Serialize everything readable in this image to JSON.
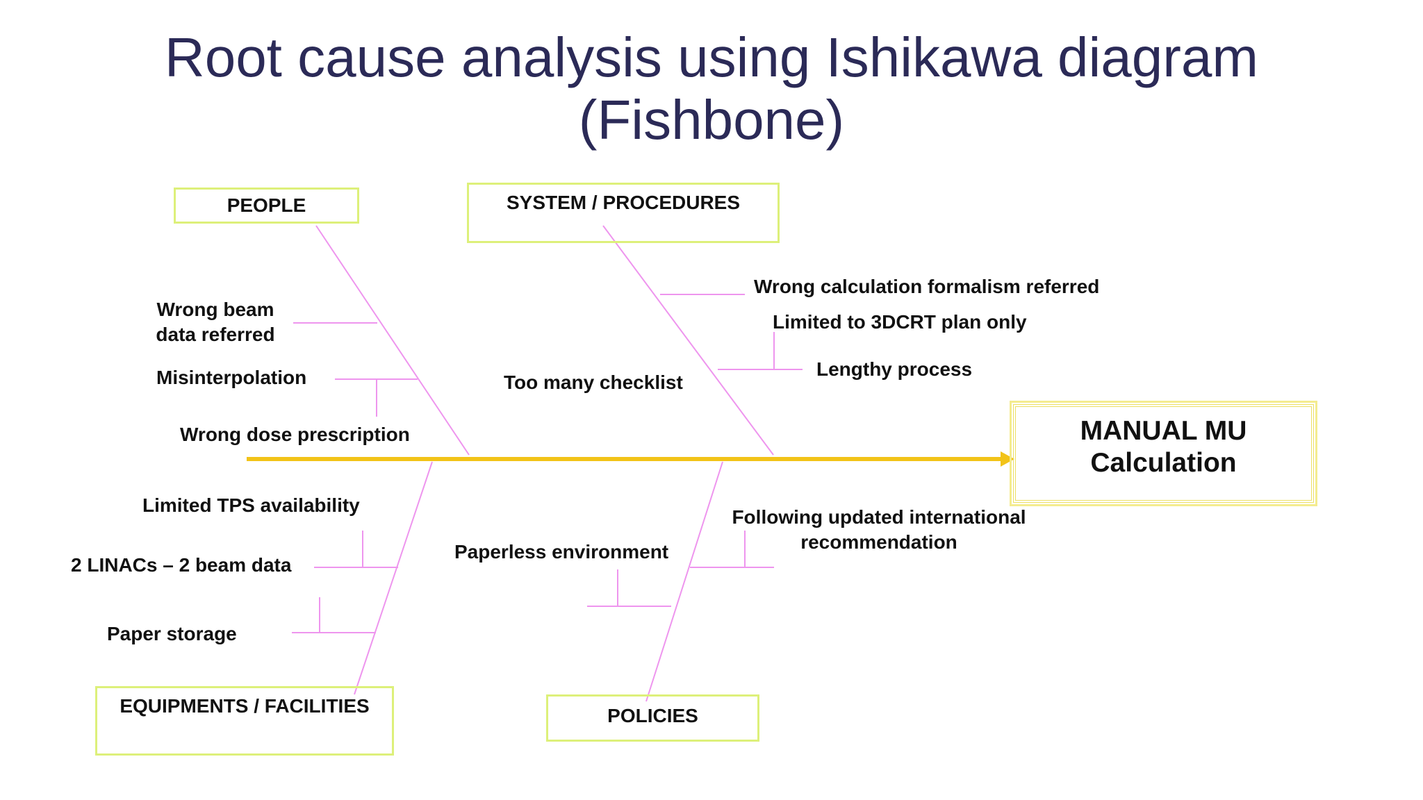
{
  "title": {
    "line1": "Root cause analysis using Ishikawa diagram",
    "line2": "(Fishbone)"
  },
  "categories": {
    "people": "PEOPLE",
    "system": "SYSTEM / PROCEDURES",
    "equipment": "EQUIPMENTS / FACILITIES",
    "policies": "POLICIES"
  },
  "effect": {
    "line1": "MANUAL MU",
    "line2": "Calculation"
  },
  "causes": {
    "people": {
      "wrong_beam_data_line1": "Wrong beam",
      "wrong_beam_data_line2": "data referred",
      "misinterpolation": "Misinterpolation",
      "wrong_dose": "Wrong dose prescription"
    },
    "system": {
      "wrong_formalism": "Wrong calculation formalism referred",
      "limited_3dcrt": "Limited to 3DCRT plan only",
      "lengthy": "Lengthy process",
      "too_many_checklist": "Too many checklist"
    },
    "equipment": {
      "limited_tps": "Limited TPS availability",
      "two_linacs": "2 LINACs – 2 beam data",
      "paper_storage": "Paper storage"
    },
    "policies": {
      "paperless": "Paperless environment",
      "intl_rec_line1": "Following updated international",
      "intl_rec_line2": "recommendation"
    }
  },
  "colors": {
    "title": "#2b2a57",
    "spine": "#f2c318",
    "bones": "#ee95ee",
    "box_border": "#ddf07a",
    "text": "#111111"
  }
}
